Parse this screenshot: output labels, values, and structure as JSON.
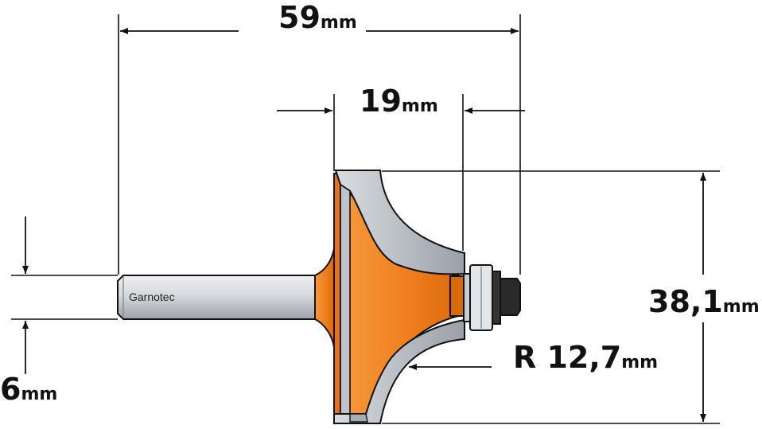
{
  "diagram": {
    "brand_label": "Garnotec",
    "dimensions": {
      "overall_length": {
        "value": "59",
        "unit": "mm"
      },
      "cutting_height": {
        "value": "19",
        "unit": "mm"
      },
      "diameter": {
        "value": "38,1",
        "unit": "mm"
      },
      "radius": {
        "value": "R 12,7",
        "unit": "mm"
      },
      "shank": {
        "value": "6",
        "unit": "mm"
      }
    },
    "colors": {
      "body": "#f07d1a",
      "body_dark": "#c85f08",
      "carbide": "#b9bec4",
      "shank": "#d4d7db",
      "bearing": "#222222",
      "outline": "#111111"
    }
  }
}
